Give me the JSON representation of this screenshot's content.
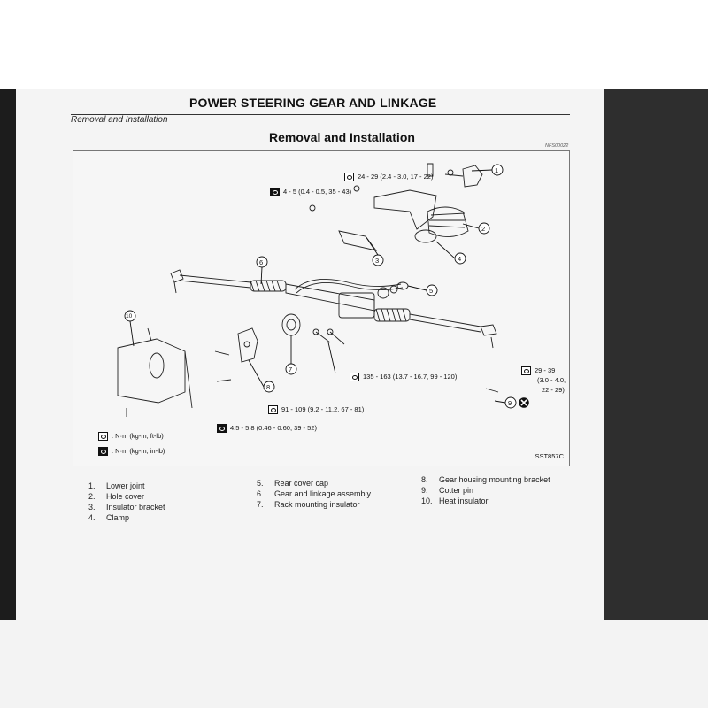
{
  "document": {
    "title": "POWER STEERING GEAR AND LINKAGE",
    "section_label": "Removal and Installation",
    "section_title": "Removal and Installation",
    "code": "NFS00022"
  },
  "figure": {
    "code": "SST857C",
    "callouts": [
      {
        "n": "1"
      },
      {
        "n": "2"
      },
      {
        "n": "3"
      },
      {
        "n": "4"
      },
      {
        "n": "5"
      },
      {
        "n": "6"
      },
      {
        "n": "7"
      },
      {
        "n": "8"
      },
      {
        "n": "9"
      },
      {
        "n": "10"
      }
    ],
    "torques": {
      "t1": "24 - 29 (2.4 - 3.0, 17 - 22)",
      "t2": "4 - 5 (0.4 - 0.5, 35 - 43)",
      "t3": "135 - 163 (13.7 - 16.7, 99 - 120)",
      "t4": "91 - 109 (9.2 - 11.2, 67 - 81)",
      "t5": "4.5 - 5.8 (0.46 - 0.60, 39 - 52)",
      "t6_line1": "29 - 39",
      "t6_line2": "(3.0 - 4.0,",
      "t6_line3": "22 - 29)"
    },
    "legend": {
      "line1": ": N·m (kg-m, ft-lb)",
      "line2": ": N·m (kg-m, in-lb)"
    }
  },
  "parts": [
    {
      "num": "1.",
      "label": "Lower joint"
    },
    {
      "num": "2.",
      "label": "Hole cover"
    },
    {
      "num": "3.",
      "label": "Insulator bracket"
    },
    {
      "num": "4.",
      "label": "Clamp"
    },
    {
      "num": "5.",
      "label": "Rear cover cap"
    },
    {
      "num": "6.",
      "label": "Gear and linkage assembly"
    },
    {
      "num": "7.",
      "label": "Rack mounting insulator"
    },
    {
      "num": "8.",
      "label": "Gear housing mounting bracket"
    },
    {
      "num": "9.",
      "label": "Cotter pin"
    },
    {
      "num": "10.",
      "label": "Heat insulator"
    }
  ]
}
